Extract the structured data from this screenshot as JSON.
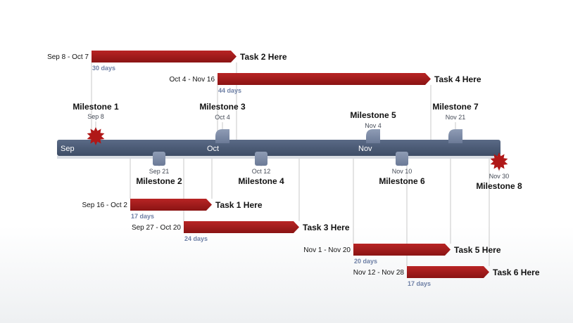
{
  "colors": {
    "bar": "#a61c1c",
    "bar_dark": "#7e1212",
    "timeline": "#4a5a73",
    "shape": "#7a88a3",
    "connector": "#c8c8c8",
    "duration_text": "#6d7fa5",
    "text": "#111111"
  },
  "timeline": {
    "months": [
      "Sep",
      "Oct",
      "Nov"
    ]
  },
  "tasks": [
    {
      "name": "Task 1 Here",
      "dates": "Sep 16 - Oct 2",
      "duration": "17 days"
    },
    {
      "name": "Task 2 Here",
      "dates": "Sep 8 - Oct 7",
      "duration": "30 days"
    },
    {
      "name": "Task 3 Here",
      "dates": "Sep 27 - Oct 20",
      "duration": "24 days"
    },
    {
      "name": "Task 4 Here",
      "dates": "Oct 4 - Nov 16",
      "duration": "44 days"
    },
    {
      "name": "Task 5 Here",
      "dates": "Nov 1 - Nov 20",
      "duration": "20 days"
    },
    {
      "name": "Task 6 Here",
      "dates": "Nov 12 - Nov 28",
      "duration": "17 days"
    }
  ],
  "milestones": [
    {
      "name": "Milestone 1",
      "date": "Sep 8",
      "shape": "star-icon"
    },
    {
      "name": "Milestone 2",
      "date": "Sep 21",
      "shape": "rounded-square-icon"
    },
    {
      "name": "Milestone 3",
      "date": "Oct 4",
      "shape": "leaf-icon"
    },
    {
      "name": "Milestone 4",
      "date": "Oct 12",
      "shape": "rounded-square-icon"
    },
    {
      "name": "Milestone 5",
      "date": "Nov 4",
      "shape": "leaf-icon"
    },
    {
      "name": "Milestone 6",
      "date": "Nov 10",
      "shape": "rounded-square-icon"
    },
    {
      "name": "Milestone 7",
      "date": "Nov 21",
      "shape": "leaf-icon"
    },
    {
      "name": "Milestone 8",
      "date": "Nov 30",
      "shape": "star-icon"
    }
  ]
}
